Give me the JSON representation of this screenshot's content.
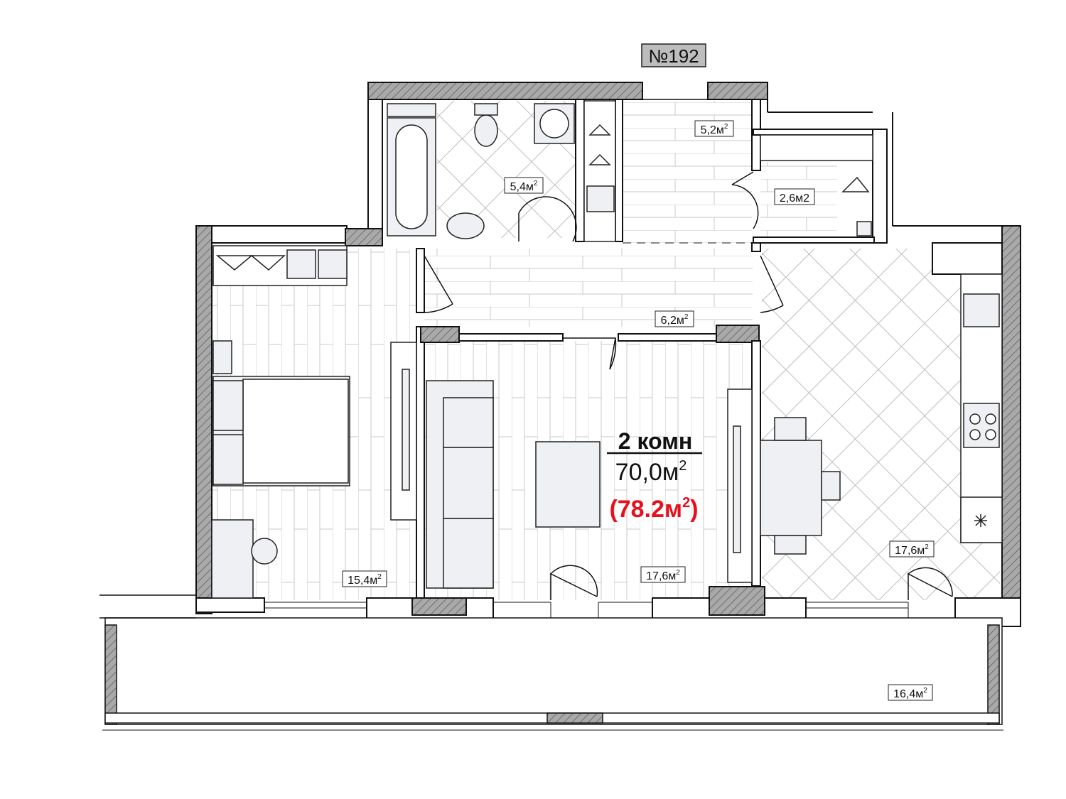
{
  "apartment": {
    "number": "№192",
    "rooms_label": "2 комн",
    "area_main": "70,0м",
    "area_main_sup": "2",
    "area_total_open": "(78.2м",
    "area_total_sup": "2",
    "area_total_close": ")",
    "accent_color": "#e8101c"
  },
  "rooms": {
    "bathroom": {
      "area": "5,4м",
      "sup": "2"
    },
    "entry": {
      "area": "5,2м",
      "sup": "2"
    },
    "wardrobe": {
      "area": "2,6м2",
      "sup": ""
    },
    "hallway": {
      "area": "6,2м",
      "sup": "2"
    },
    "bedroom": {
      "area": "15,4м",
      "sup": "2"
    },
    "living": {
      "area": "17,6м",
      "sup": "2"
    },
    "kitchen": {
      "area": "17,6м",
      "sup": "2"
    },
    "balcony": {
      "area": "16,4м",
      "sup": "2"
    }
  },
  "colors": {
    "wall_fill": "#a9a9a9",
    "wall_stroke": "#111111",
    "floor_line": "#c8c8c8",
    "furniture_fill": "#eef0f3"
  }
}
